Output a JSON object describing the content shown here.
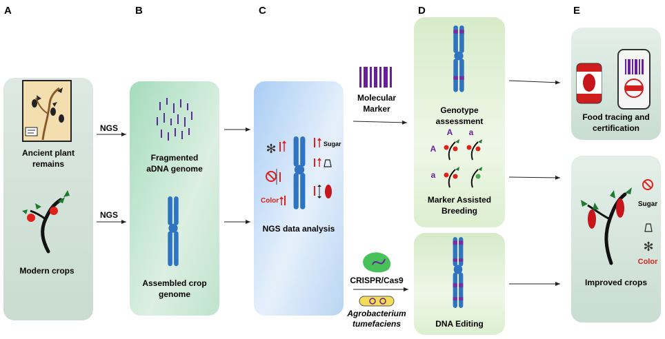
{
  "panels": {
    "a": {
      "letter": "A",
      "ancient_line1": "Ancient plant",
      "ancient_line2": "remains",
      "modern": "Modern crops"
    },
    "b": {
      "letter": "B",
      "frag_line1": "Fragmented",
      "frag_line2": "aDNA genome",
      "asm_line1": "Assembled crop",
      "asm_line2": "genome"
    },
    "c": {
      "letter": "C",
      "sugar": "Sugar",
      "color": "Color",
      "caption": "NGS data analysis"
    },
    "d": {
      "letter": "D",
      "geno_line1": "Genotype",
      "geno_line2": "assessment",
      "allele_upper": "A",
      "allele_lower": "a",
      "mab_line1": "Marker Assisted",
      "mab_line2": "Breeding",
      "editing": "DNA Editing"
    },
    "e": {
      "letter": "E",
      "food_line1": "Food tracing and",
      "food_line2": "certification",
      "sugar": "Sugar",
      "color": "Color",
      "improved": "Improved crops"
    }
  },
  "arrows": {
    "ngs_top": "NGS",
    "ngs_bottom": "NGS",
    "marker_line1": "Molecular",
    "marker_line2": "Marker",
    "crispr": "CRISPR/Cas9",
    "agro_line1": "Agrobacterium",
    "agro_line2": "tumefaciens"
  },
  "colors": {
    "chromosome": "#2f74c0",
    "band": "#7b2aa0",
    "red_accent": "#e0201b",
    "panel_a": "#dfe9e4",
    "panel_b": "#a9dcc0",
    "panel_c": "#bcd6f5",
    "panel_d": "#e6f2da",
    "panel_e": "#e2ede7"
  }
}
